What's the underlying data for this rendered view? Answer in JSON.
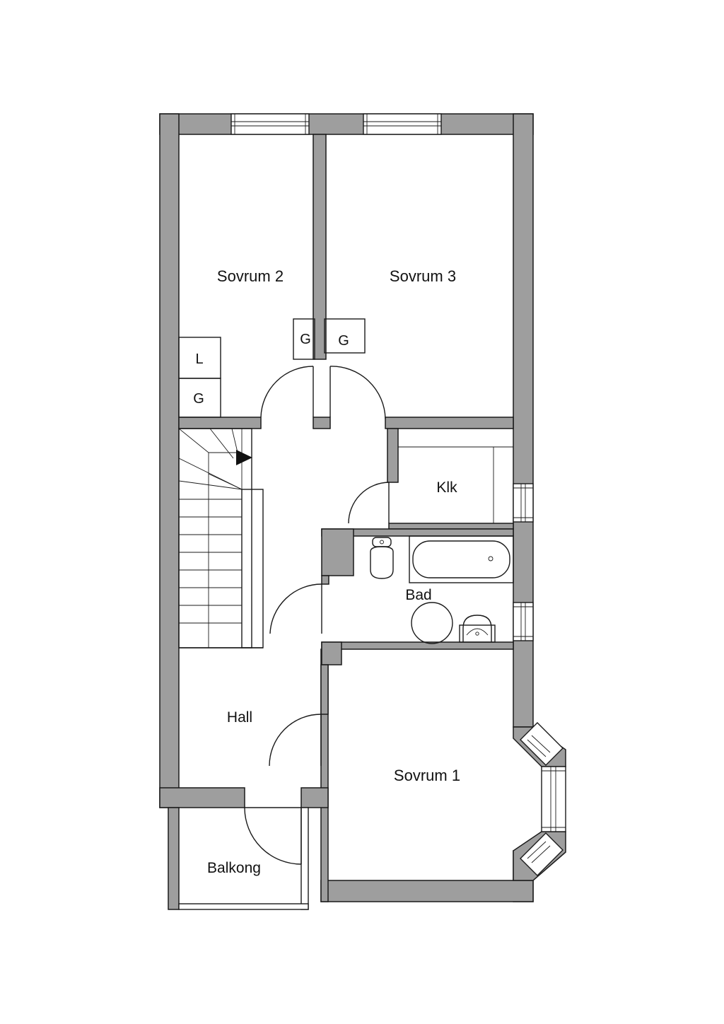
{
  "rooms": {
    "sovrum2": "Sovrum 2",
    "sovrum3": "Sovrum 3",
    "sovrum1": "Sovrum 1",
    "klk": "Klk",
    "bad": "Bad",
    "hall": "Hall",
    "balkong": "Balkong"
  },
  "storage": {
    "linen": "L",
    "wardrobe": "G"
  },
  "colors": {
    "wall": "#9e9e9e",
    "line": "#1a1a1a",
    "background": "#ffffff"
  }
}
